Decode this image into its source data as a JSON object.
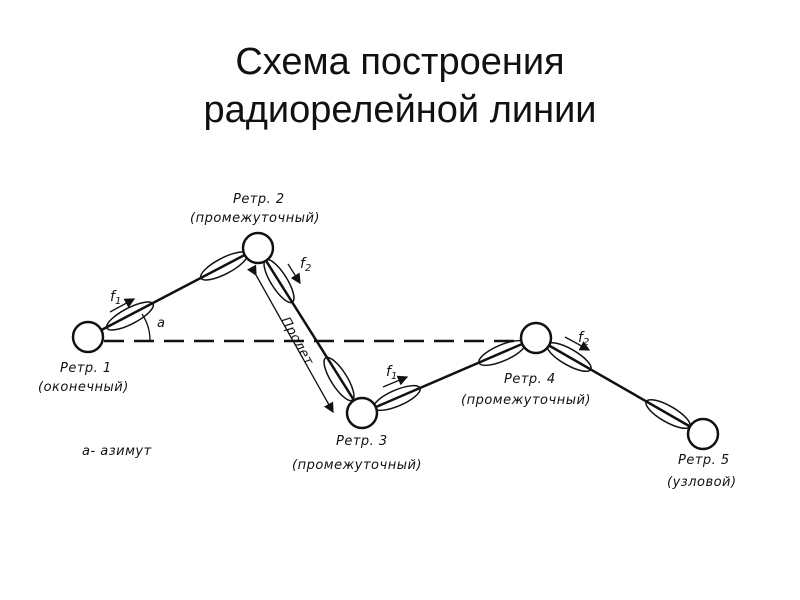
{
  "title": {
    "line1": "Схема построения",
    "line2": "радиорелейной линии"
  },
  "nodes": [
    {
      "name": "Ретр. 1",
      "role": "(оконечный)"
    },
    {
      "name": "Ретр. 2",
      "role": "(промежуточный)"
    },
    {
      "name": "Ретр. 3",
      "role": "(промежуточный)"
    },
    {
      "name": "Ретр. 4",
      "role": "(промежуточный)"
    },
    {
      "name": "Ретр. 5",
      "role": "(узловой)"
    }
  ],
  "frequencies": {
    "f1": {
      "letter": "f",
      "sub": "1"
    },
    "f2": {
      "letter": "f",
      "sub": "2"
    }
  },
  "angle_label": "a",
  "span_label": "Пролет",
  "legend": "а- азимут",
  "colors": {
    "line": "#111111",
    "background": "#ffffff"
  }
}
